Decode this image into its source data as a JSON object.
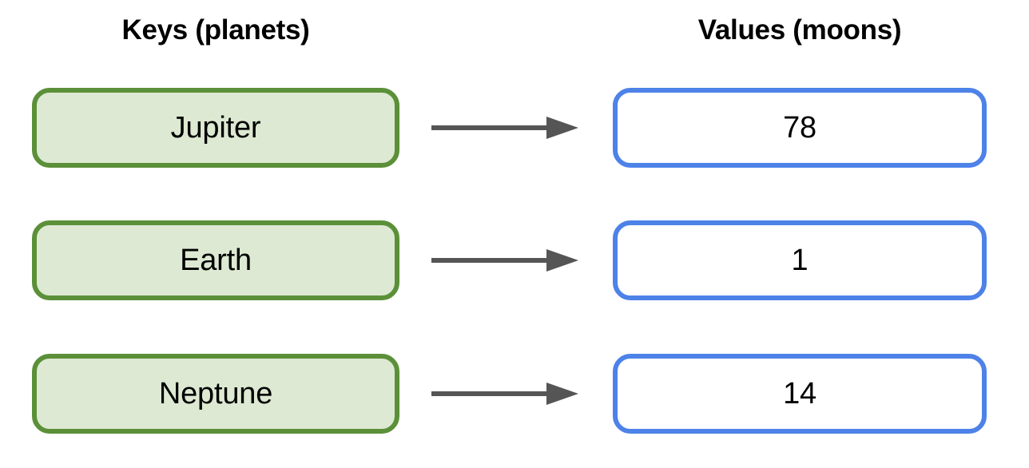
{
  "diagram": {
    "headings": {
      "keys": "Keys (planets)",
      "values": "Values (moons)"
    },
    "rows": [
      {
        "key": "Jupiter",
        "value": "78",
        "connector": "arrow-right-icon"
      },
      {
        "key": "Earth",
        "value": "1",
        "connector": "arrow-right-icon"
      },
      {
        "key": "Neptune",
        "value": "14",
        "connector": "arrow-right-icon"
      }
    ],
    "colors": {
      "key_border": "#5b9039",
      "key_fill": "#dde9d2",
      "value_border": "#4d82e8",
      "value_fill": "#ffffff",
      "arrow": "#555555",
      "text": "#000000",
      "background": "#ffffff"
    }
  }
}
